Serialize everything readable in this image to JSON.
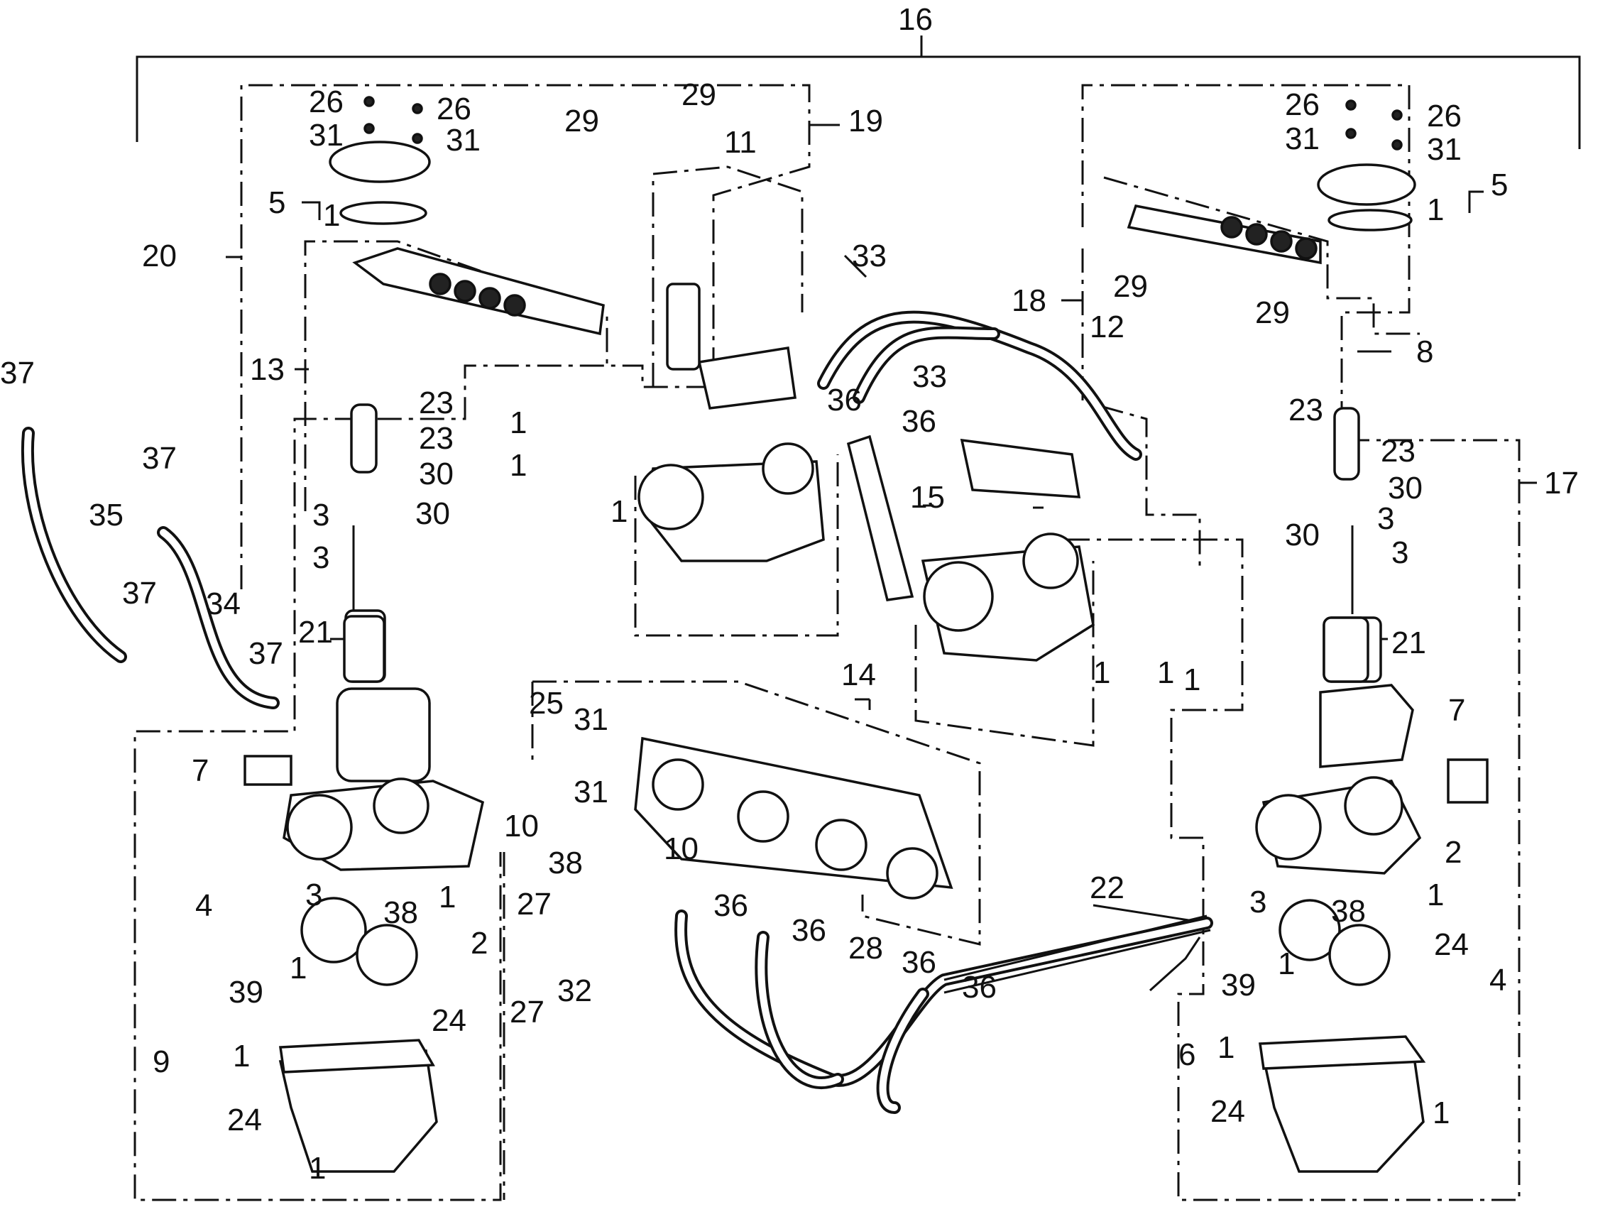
{
  "labels": {
    "l16": "16",
    "l17": "17",
    "l18": "18",
    "l19": "19",
    "l20": "20",
    "l1": "1",
    "l2": "2",
    "l3": "3",
    "l4": "4",
    "l5": "5",
    "l6": "6",
    "l7": "7",
    "l8": "8",
    "l9": "9",
    "l10": "10",
    "l11": "11",
    "l12": "12",
    "l13": "13",
    "l14": "14",
    "l15": "15",
    "l21": "21",
    "l22": "22",
    "l23": "23",
    "l24": "24",
    "l25": "25",
    "l26": "26",
    "l27": "27",
    "l28": "28",
    "l29": "29",
    "l30": "30",
    "l31": "31",
    "l32": "32",
    "l33": "33",
    "l34": "34",
    "l35": "35",
    "l36": "36",
    "l37": "37",
    "l38": "38",
    "l39": "39"
  }
}
